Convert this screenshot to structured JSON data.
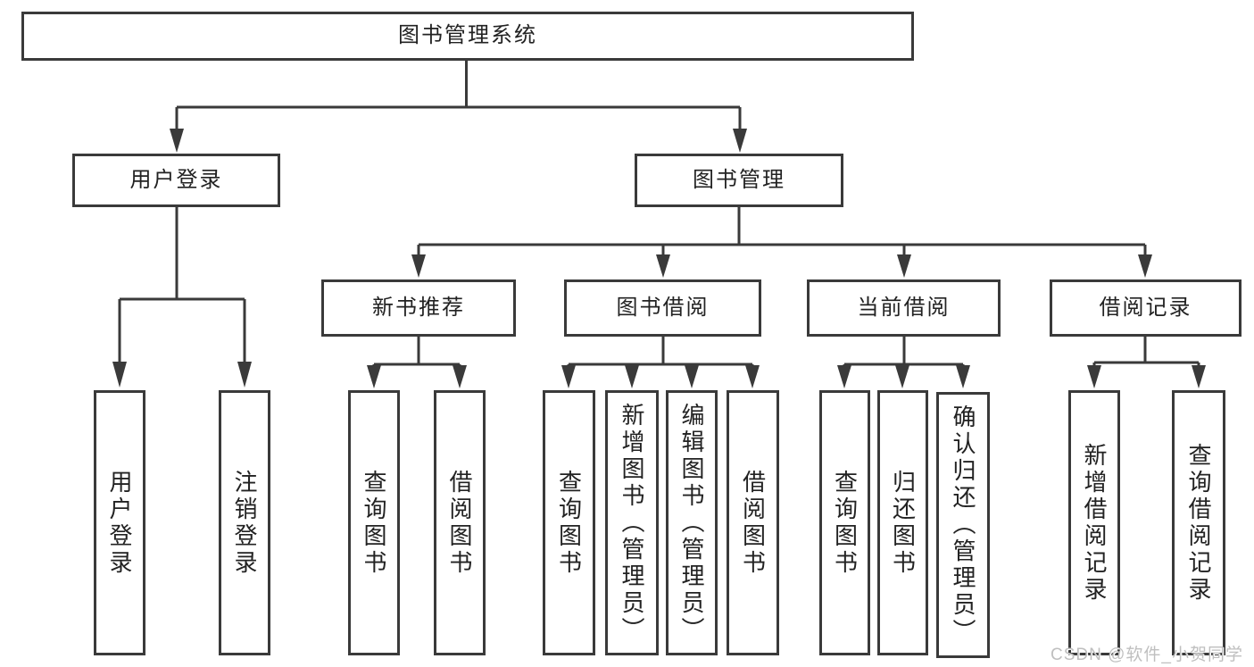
{
  "diagram": {
    "tree": {
      "root": {
        "label": "图书管理系统",
        "children": [
          {
            "label": "用户登录",
            "children": [
              {
                "label": "用户登录"
              },
              {
                "label": "注销登录"
              }
            ]
          },
          {
            "label": "图书管理",
            "children": [
              {
                "label": "新书推荐",
                "children": [
                  {
                    "label": "查询图书"
                  },
                  {
                    "label": "借阅图书"
                  }
                ]
              },
              {
                "label": "图书借阅",
                "children": [
                  {
                    "label": "查询图书"
                  },
                  {
                    "label": "新增图书（管理员）"
                  },
                  {
                    "label": "编辑图书（管理员）"
                  },
                  {
                    "label": "借阅图书"
                  }
                ]
              },
              {
                "label": "当前借阅",
                "children": [
                  {
                    "label": "查询图书"
                  },
                  {
                    "label": "归还图书"
                  },
                  {
                    "label": "确认归还（管理员）"
                  }
                ]
              },
              {
                "label": "借阅记录",
                "children": [
                  {
                    "label": "新增借阅记录"
                  },
                  {
                    "label": "查询借阅记录"
                  }
                ]
              }
            ]
          }
        ]
      }
    },
    "colors": {
      "line": "#3a3a3a",
      "text": "#222222",
      "background": "#ffffff",
      "watermark_text": "#bfbfbf"
    }
  },
  "watermark": {
    "text": "CSDN @软件_小贺同学"
  }
}
